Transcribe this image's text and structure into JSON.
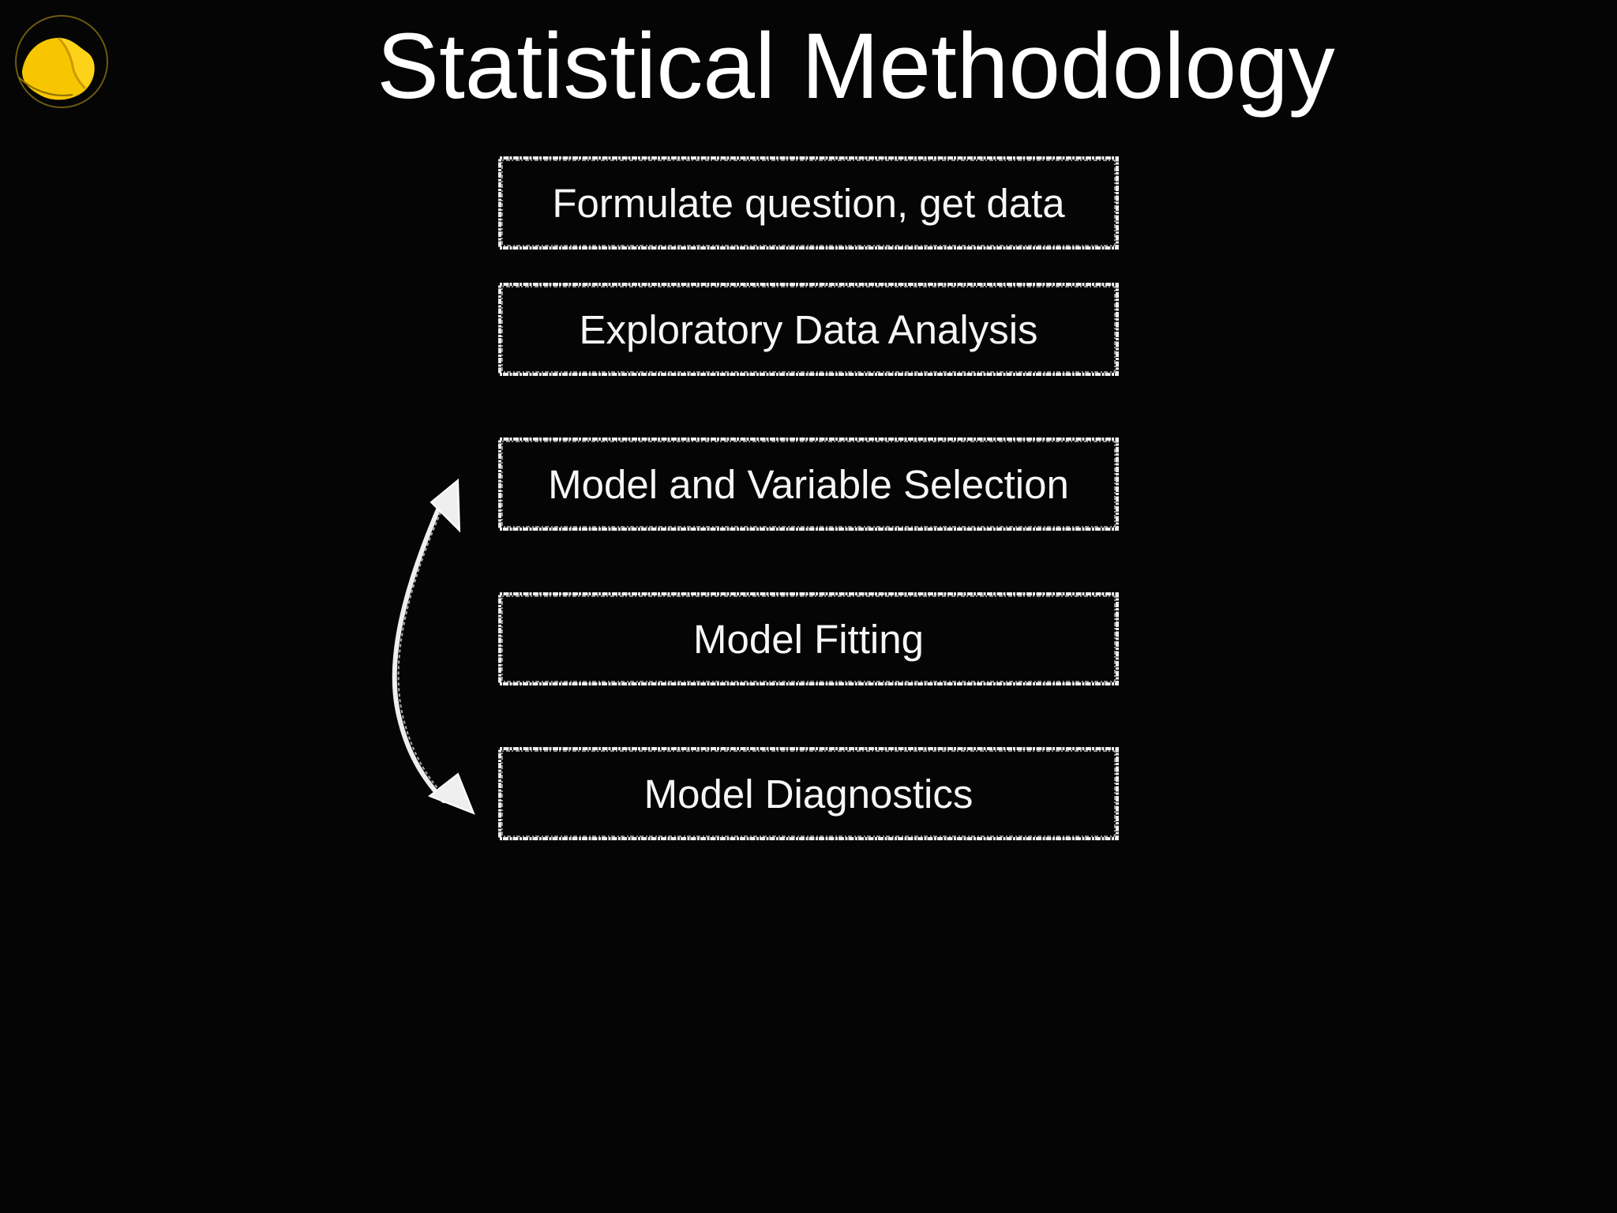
{
  "slide": {
    "title": "Statistical Methodology",
    "logo_icon": "yellow-lemon-logo-icon",
    "accent_color": "#f7c600",
    "background_color": "#050505",
    "foreground_color": "#ffffff"
  },
  "steps": [
    {
      "label": "Formulate question, get data"
    },
    {
      "label": "Exploratory Data Analysis"
    },
    {
      "label": "Model and Variable Selection"
    },
    {
      "label": "Model Fitting"
    },
    {
      "label": "Model Diagnostics"
    }
  ],
  "cycle_arrow": {
    "icon": "double-headed-curved-arrow-icon",
    "connects": [
      "Model and Variable Selection",
      "Model Diagnostics"
    ]
  }
}
